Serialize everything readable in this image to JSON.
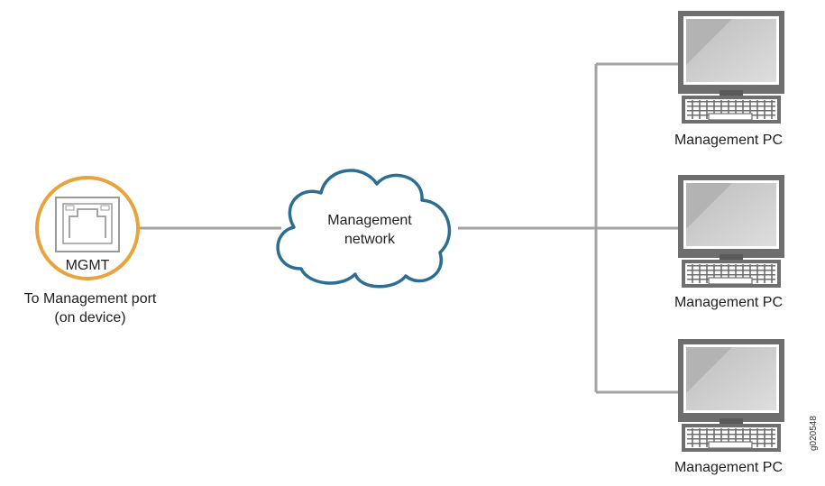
{
  "port": {
    "label": "MGMT",
    "caption_line1": "To Management port",
    "caption_line2": "(on device)"
  },
  "network": {
    "label_line1": "Management",
    "label_line2": "network"
  },
  "pcs": [
    {
      "label": "Management PC"
    },
    {
      "label": "Management PC"
    },
    {
      "label": "Management PC"
    }
  ],
  "figure_id": "g020548",
  "colors": {
    "port_ring": "#E8A33D",
    "cloud_stroke": "#2B6D93",
    "connector_line": "#A3A3A3",
    "pc_frame": "#6E6E6E",
    "pc_screen": "#C9C9C9"
  },
  "icons": {
    "port": "ethernet-port-icon",
    "network": "cloud-icon",
    "pc": "computer-icon"
  }
}
